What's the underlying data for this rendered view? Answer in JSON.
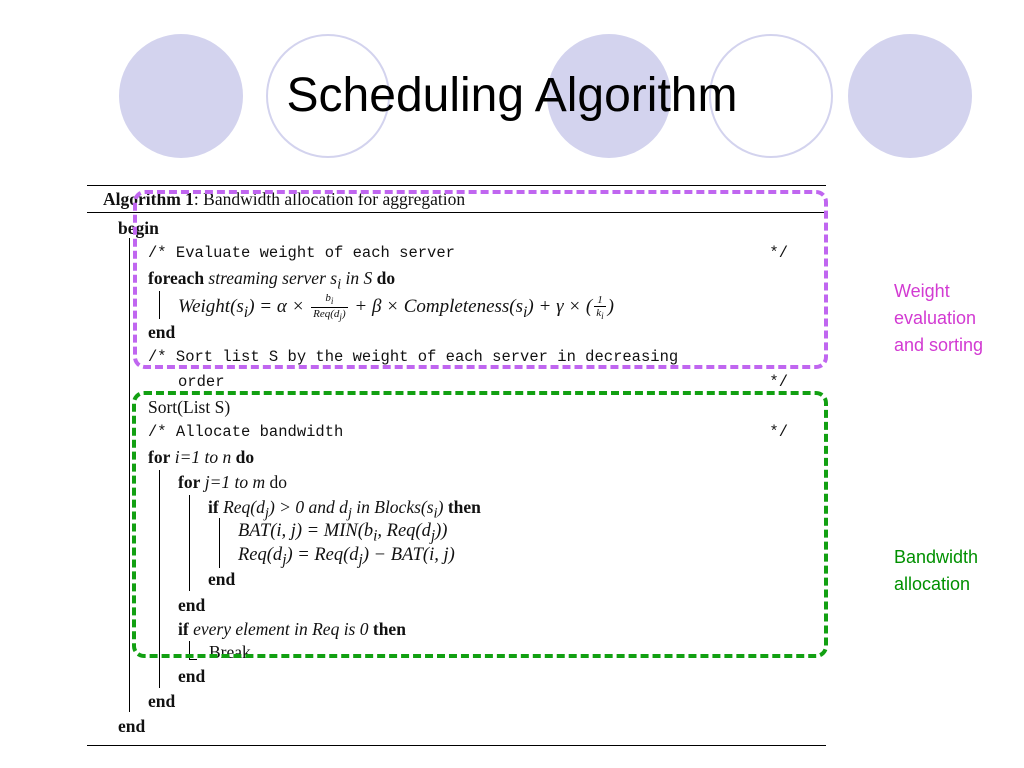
{
  "slide": {
    "title": "Scheduling Algorithm",
    "colors": {
      "circle": "#d3d3ee",
      "weight_box": "#c066f0",
      "bandwidth_box": "#12a012",
      "weight_note": "#d23ad2",
      "bandwidth_note": "#009000"
    }
  },
  "algorithm": {
    "caption_label": "Algorithm 1",
    "caption_text": ": Bandwidth allocation for aggregation",
    "begin": "begin",
    "comment_weight": "/* Evaluate weight of each server",
    "comment_close": "*/",
    "foreach_kw": "foreach",
    "foreach_body": "streaming server s",
    "foreach_sub": "i",
    "foreach_in": " in S ",
    "do_kw": "do",
    "weight_lhs": "Weight(s",
    "weight_lhs_sub": "i",
    "weight_mid": ") = α × ",
    "frac1_num": "b",
    "frac1_num_sub": "i",
    "frac1_den": "Req(d",
    "frac1_den_sub": "j",
    "frac1_den_end": ")",
    "weight_mid2": " + β × Completeness(s",
    "weight_mid2_sub": "i",
    "weight_mid3": ") + γ × (",
    "frac2_num": "1",
    "frac2_den": "k",
    "frac2_den_sub": "i",
    "weight_end": ")",
    "end": "end",
    "comment_sort_1": "/* Sort list S by the weight of each server in decreasing",
    "comment_sort_2": "order",
    "sort_call": "Sort(List S)",
    "comment_alloc": "/* Allocate bandwidth",
    "for_kw": "for",
    "for_i": " i=1 to n ",
    "for_j": " j=1 to m ",
    "if_kw": "if",
    "if_cond": " Req(d",
    "if_cond_sub": "j",
    "if_cond_mid": ") > 0 and d",
    "if_cond_sub2": "j",
    "if_cond_end": " in Blocks(s",
    "if_cond_sub3": "i",
    "if_cond_close": ") ",
    "then_kw": "then",
    "bat_line": "BAT(i, j) = MIN(b",
    "bat_sub": "i",
    "bat_mid": ", Req(d",
    "bat_sub2": "j",
    "bat_end": "))",
    "req_line": "Req(d",
    "req_sub": "j",
    "req_mid": ") = Req(d",
    "req_sub2": "j",
    "req_end": ") − BAT(i, j)",
    "if_every": " every element in Req is 0 ",
    "break": "Break"
  },
  "annotations": {
    "weight_note_lines": [
      "Weight",
      "evaluation",
      "and sorting"
    ],
    "bandwidth_note_lines": [
      "Bandwidth",
      "allocation"
    ]
  }
}
